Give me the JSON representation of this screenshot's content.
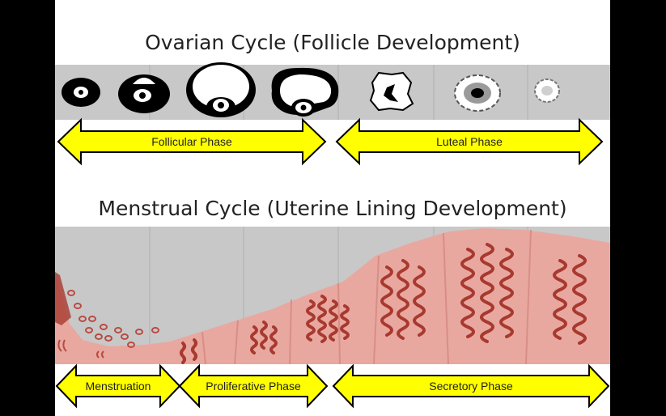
{
  "ovarian_title": "Ovarian Cycle (Follicle Development)",
  "menstrual_title": "Menstrual Cycle (Uterine Lining Development)",
  "ovarian_phases": [
    "Follicular Phase",
    "Luteal Phase"
  ],
  "menstrual_phases": [
    "Menstruation",
    "Proliferative Phase",
    "Secretory Phase"
  ],
  "colors": {
    "arrow_fill": "#ffff00",
    "band_gray": "#c8c8c8",
    "lining": "#e8a8a0",
    "glands": "#a8392f",
    "background_outer": "#000000"
  }
}
